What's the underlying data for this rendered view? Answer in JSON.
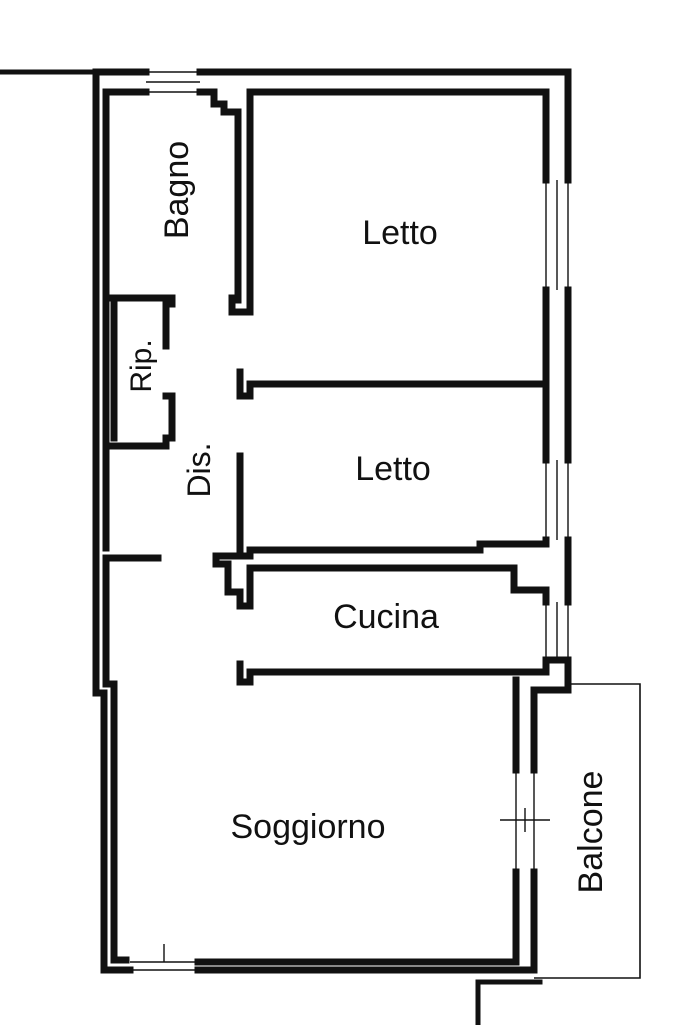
{
  "rooms": {
    "bagno": "Bagno",
    "letto_1": "Letto",
    "letto_2": "Letto",
    "ripostiglio": "Rip.",
    "disimpegno": "Dis.",
    "cucina": "Cucina",
    "soggiorno": "Soggiorno",
    "balcone": "Balcone"
  },
  "colors": {
    "wall": "#111111",
    "background": "#ffffff"
  }
}
